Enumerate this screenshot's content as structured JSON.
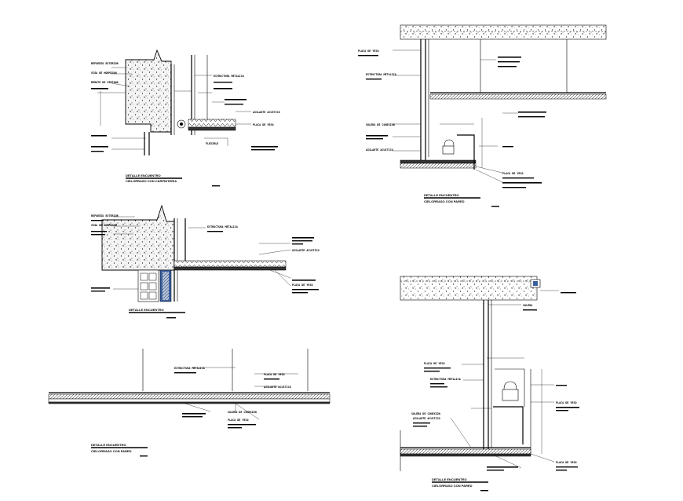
{
  "sheet": {
    "detail_1": {
      "labels": [
        "REFUERZO EXTERIOR",
        "VIGA DE HORMIGON",
        "REMATE DE VENTANA",
        "ESTRUCTURA METALICA",
        "AISLANTE ACUSTICO",
        "PLACA DE YESO",
        "FLEXIBLE"
      ],
      "title": "DETALLE ENCUENTRO",
      "subtitle": "CIELORRASO CON CARPINTERIA"
    },
    "detail_2": {
      "labels": [
        "PLACA DE YESO",
        "ESTRUCTURA METALICA",
        "SOLERA DE CONEXION",
        "AISLANTE ACUSTICO",
        "PLACA DE YESO"
      ],
      "title": "DETALLE ENCUENTRO",
      "subtitle": "CIELORRASO CON PARED"
    },
    "detail_3": {
      "labels": [
        "REFUERZO EXTERIOR",
        "VIGA DE HORMIGON",
        "ESTRUCTURA METALICA",
        "AISLANTE ACUSTICO",
        "PLACA DE YESO"
      ],
      "title": "DETALLE ENCUENTRO"
    },
    "detail_4": {
      "labels": [
        "ESTRUCTURA METALICA",
        "PLACA DE YESO",
        "AISLANTE ACUSTICO",
        "PLACA DE YESO",
        "SOLERA DE CONEXION"
      ],
      "title": "DETALLE ENCUENTRO",
      "subtitle": "CIELORRASO CON PARED"
    },
    "detail_5": {
      "labels": [
        "PLACA DE YESO",
        "ESTRUCTURA METALICA",
        "SOLERA",
        "PLACA DE YESO",
        "AISLANTE ACUSTICO",
        "PLACA DE YESO",
        "SOLERA DE CONEXION"
      ],
      "title": "DETALLE ENCUENTRO",
      "subtitle": "CIELORRASO CON PARED"
    }
  }
}
